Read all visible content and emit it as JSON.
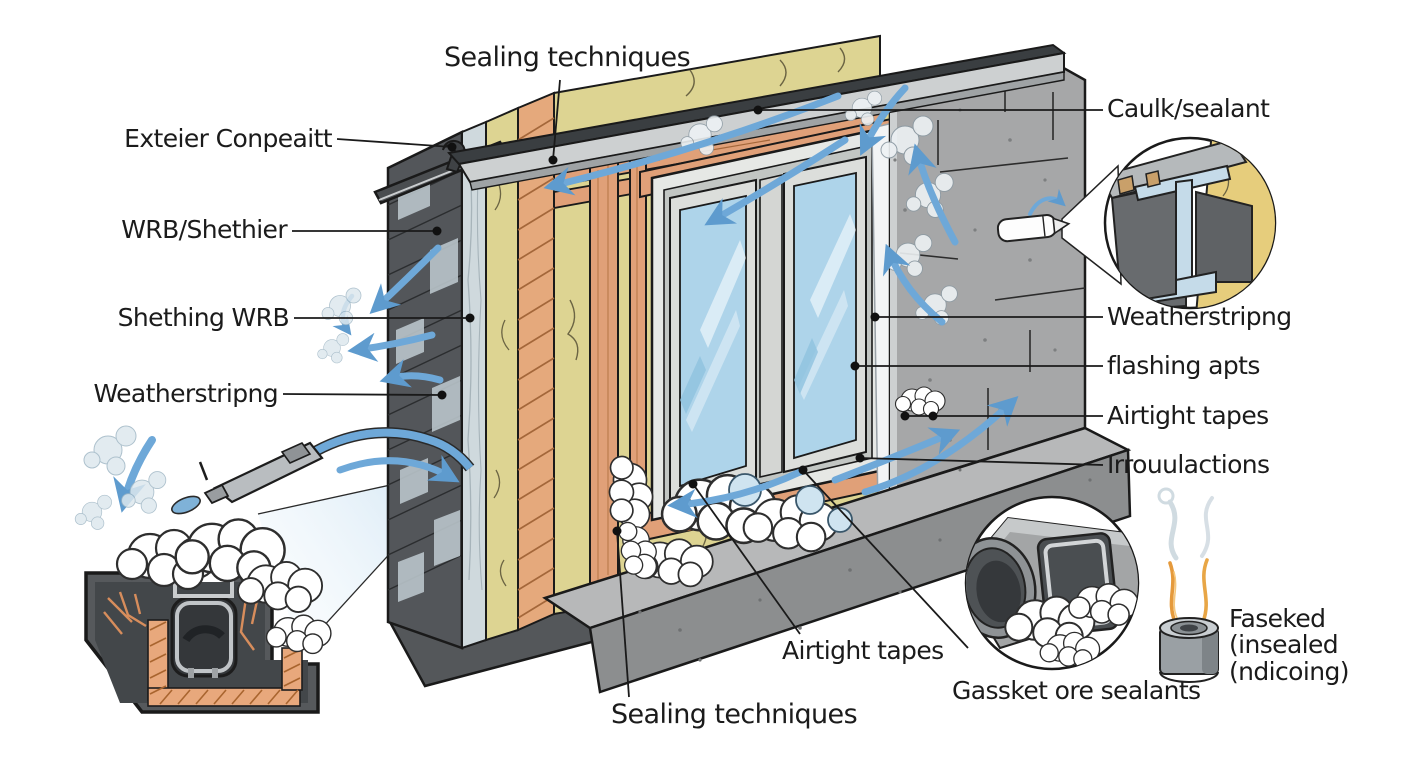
{
  "diagram": {
    "title_context": "Building envelope air sealing cutaway diagram",
    "labels": {
      "sealing_top": "Sealing techniques",
      "exterior_component": "Exteier Conpeaitt",
      "wrb_sheathing": "WRB/Shethier",
      "sheathing_wrb": "Shething WRB",
      "weatherstripping_left": "Weatherstripng",
      "caulk_sealant": "Caulk/sealant",
      "weatherstripping_right": "Weatherstripng",
      "flashing": "flashing apts",
      "airtight_tapes_right": "Airtight tapes",
      "insulation": "Irrouulactions",
      "airtight_tapes_bottom": "Airtight tapes",
      "sealing_bottom": "Sealing techniques",
      "gasket_sealants": "Gassket ore sealants",
      "smoke_sealed_line1": "Faseked",
      "smoke_sealed_line2": "(insealed",
      "smoke_sealed_line3": "(ndicoing)"
    },
    "colors": {
      "airflow_arrow_blue": "#6ea8d8",
      "insulation_yellow": "#ddd492",
      "wood_orange": "#e0a078",
      "glass_blue": "#aed4ea",
      "concrete_gray": "#a6a7a8",
      "siding_dark_gray": "#53565a",
      "flame_orange": "#e59a3c",
      "foam_white": "#ffffff"
    }
  }
}
